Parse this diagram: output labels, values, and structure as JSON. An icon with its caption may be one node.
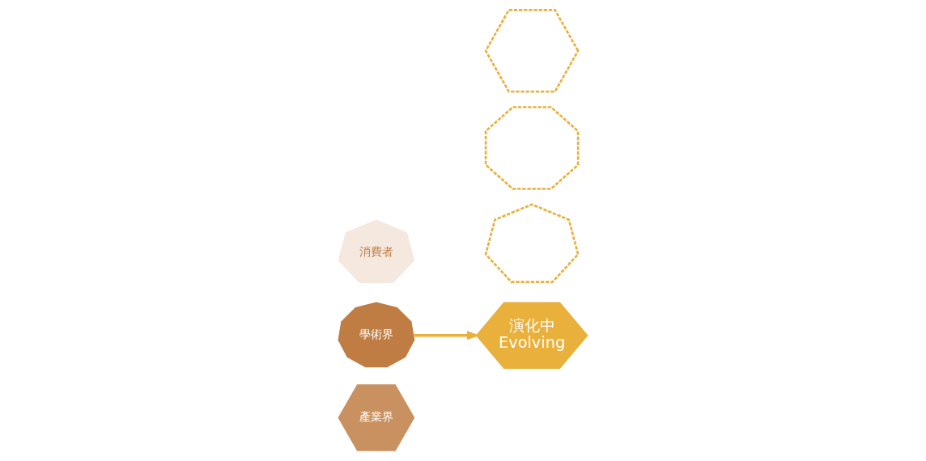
{
  "diagram": {
    "nodes": [
      {
        "text": [
          "產業界"
        ]
      },
      {
        "text": [
          "學術界"
        ]
      },
      {
        "text": [
          "消費者"
        ]
      },
      {
        "text": [],
        "shape": "heptagon"
      },
      {
        "text": [],
        "shape": "octagon"
      },
      {
        "text": [],
        "shape": "hexagon"
      },
      {
        "text": [
          "演化中",
          "Evolving"
        ]
      }
    ],
    "edges": [
      {
        "from": 1,
        "to": 6,
        "arrow": "to"
      }
    ]
  }
}
